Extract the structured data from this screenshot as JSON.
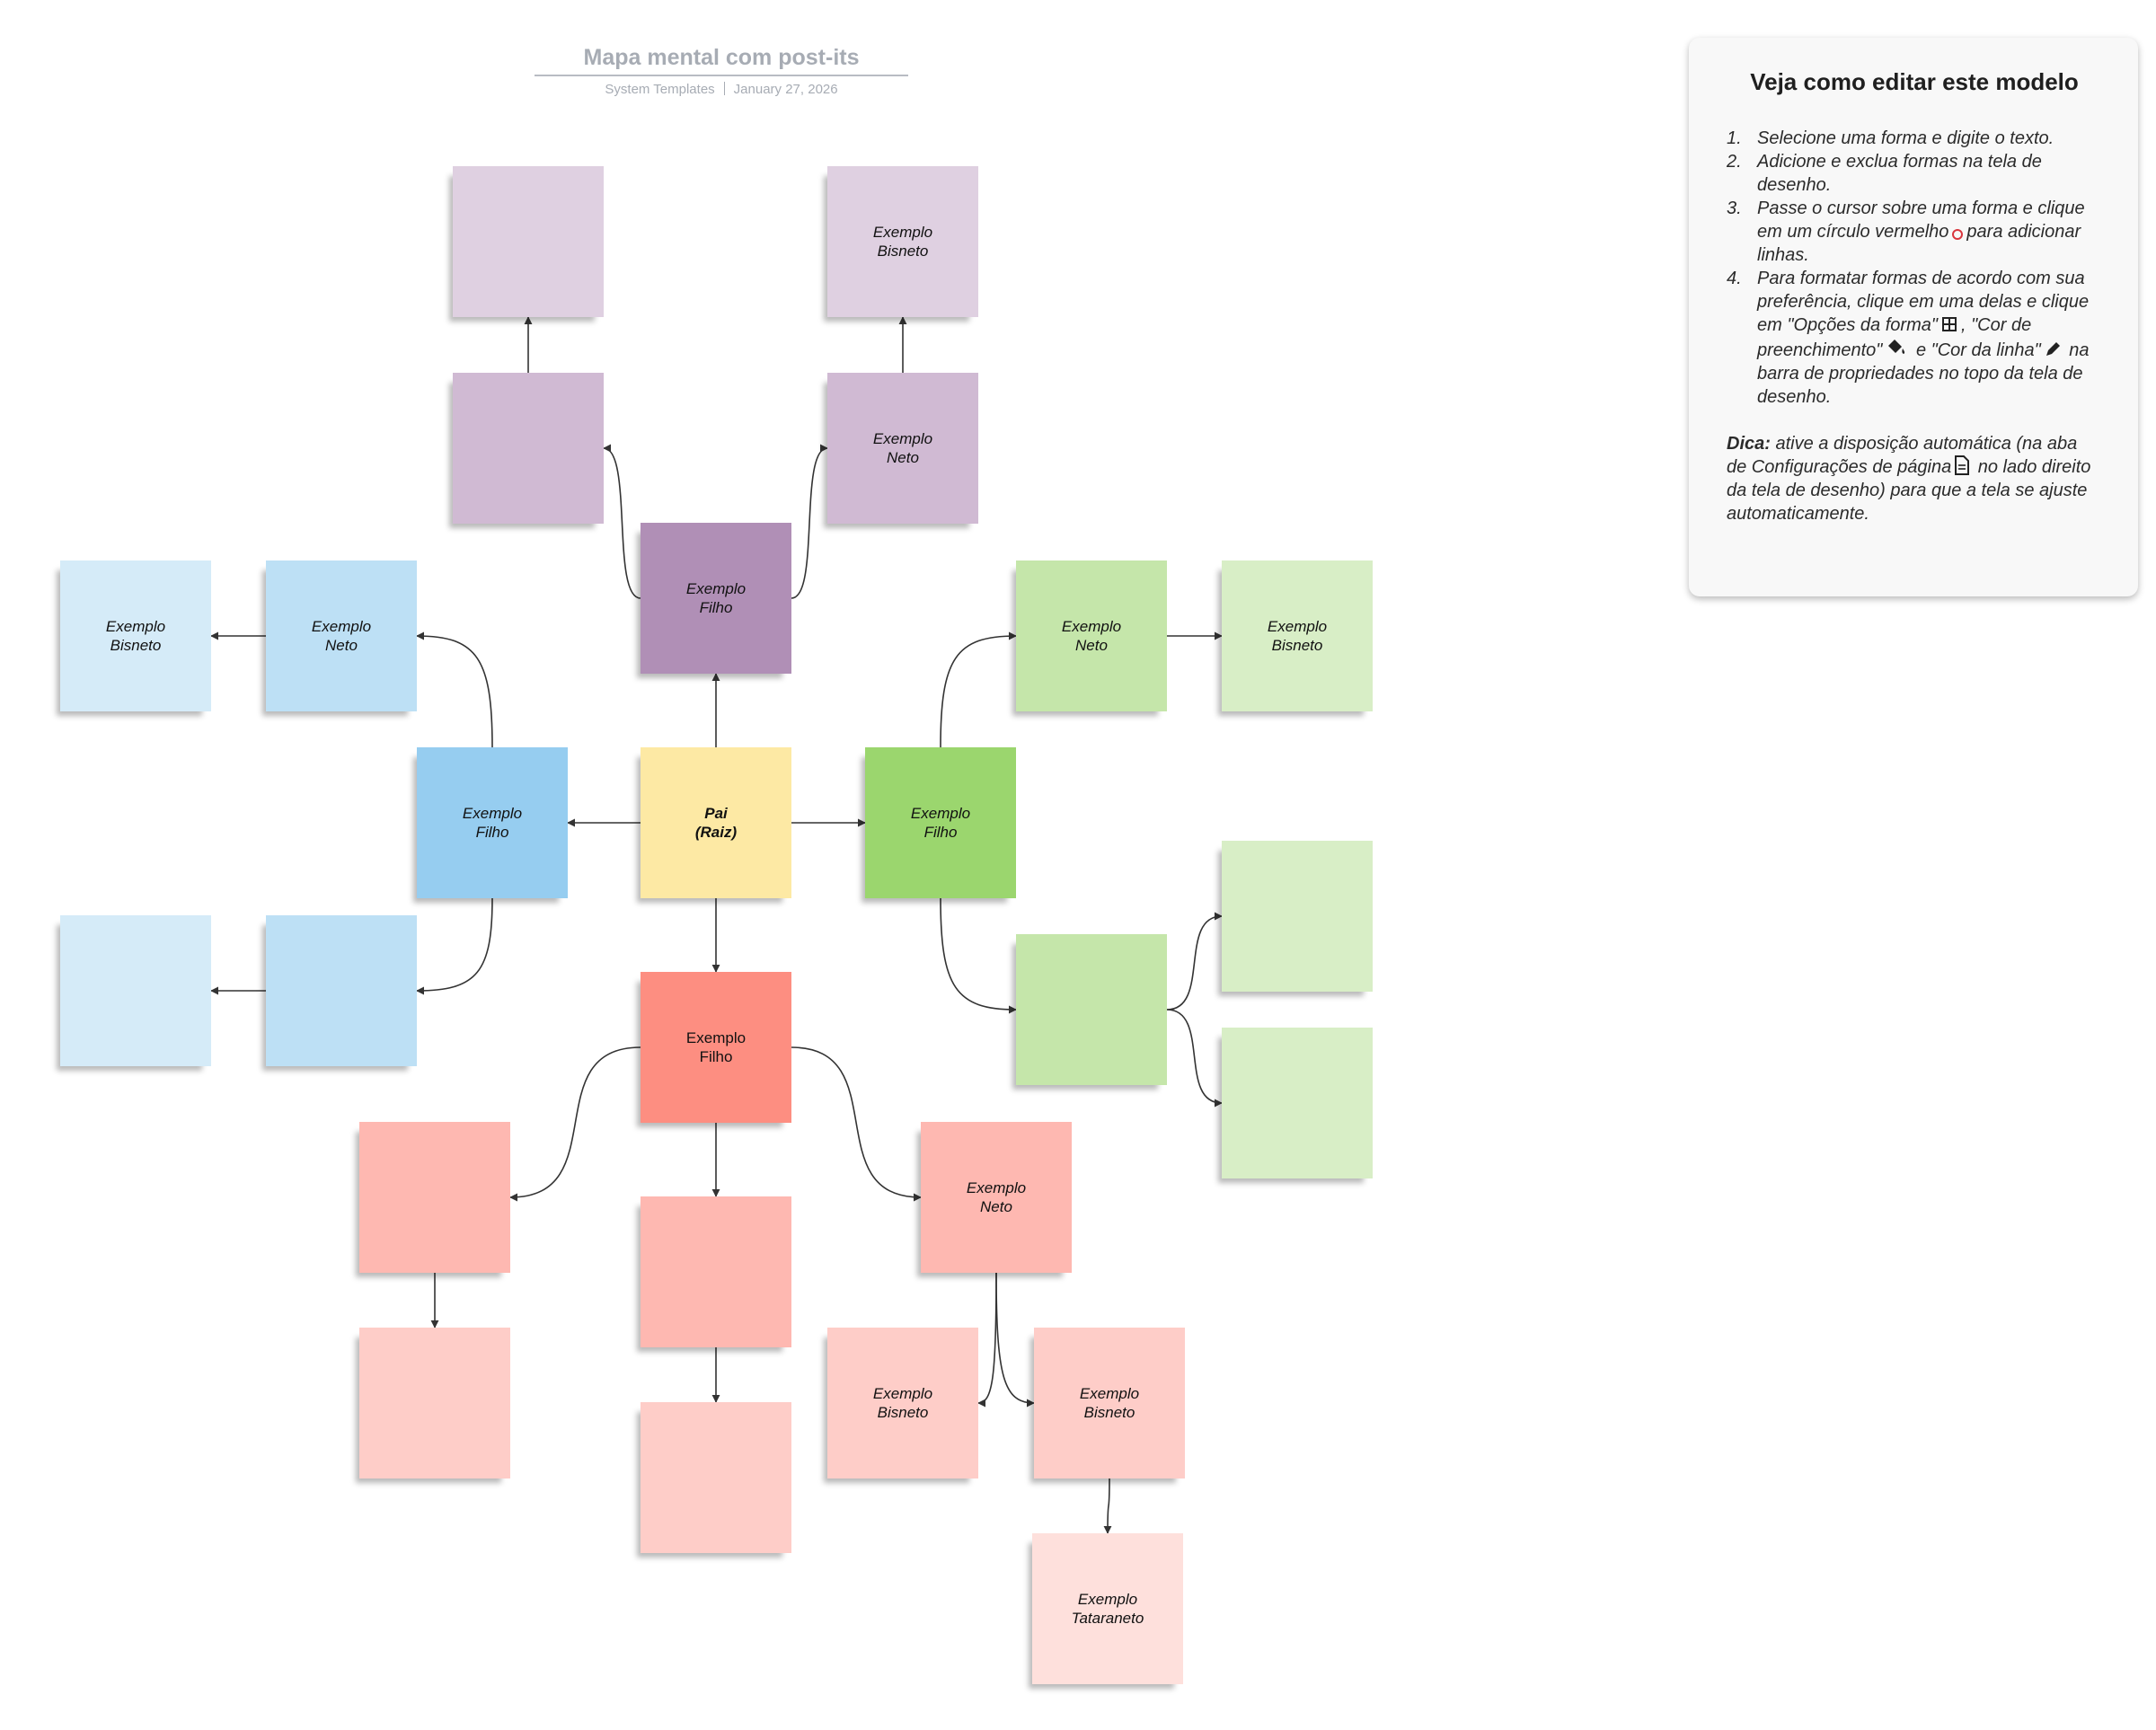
{
  "header": {
    "title": "Mapa mental com post-its",
    "author": "System Templates",
    "date": "January 27, 2026"
  },
  "colors": {
    "purple": [
      "#b08fb6",
      "#d0bad3",
      "#dfd0e1"
    ],
    "blue": [
      "#96cdf0",
      "#bde0f5",
      "#d5ebf8"
    ],
    "green": [
      "#9bd66e",
      "#c5e6aa",
      "#d8eec6"
    ],
    "red": [
      "#fd8e81",
      "#feb8b1",
      "#fecdc8",
      "#fee0dc"
    ],
    "root": "#fde9a4",
    "line": "#333333"
  },
  "notes": [
    {
      "id": "root",
      "text": "Pai\n(Raiz)",
      "color": "#fde9a4",
      "style": "root"
    },
    {
      "id": "p_filho",
      "text": "Exemplo\nFilho",
      "color": "#b08fb6"
    },
    {
      "id": "p_neto_l",
      "text": "",
      "color": "#d0bad3"
    },
    {
      "id": "p_bis_l",
      "text": "",
      "color": "#dfd0e1"
    },
    {
      "id": "p_neto_r",
      "text": "Exemplo\nNeto",
      "color": "#d0bad3"
    },
    {
      "id": "p_bis_r",
      "text": "Exemplo\nBisneto",
      "color": "#dfd0e1"
    },
    {
      "id": "b_filho",
      "text": "Exemplo\nFilho",
      "color": "#96cdf0"
    },
    {
      "id": "b_neto_t",
      "text": "Exemplo\nNeto",
      "color": "#bde0f5"
    },
    {
      "id": "b_bis_t",
      "text": "Exemplo\nBisneto",
      "color": "#d5ebf8"
    },
    {
      "id": "b_neto_b",
      "text": "",
      "color": "#bde0f5"
    },
    {
      "id": "b_bis_b",
      "text": "",
      "color": "#d5ebf8"
    },
    {
      "id": "g_filho",
      "text": "Exemplo\nFilho",
      "color": "#9bd66e"
    },
    {
      "id": "g_neto_t",
      "text": "Exemplo\nNeto",
      "color": "#c5e6aa"
    },
    {
      "id": "g_bis_t",
      "text": "Exemplo\nBisneto",
      "color": "#d8eec6"
    },
    {
      "id": "g_neto_b",
      "text": "",
      "color": "#c5e6aa"
    },
    {
      "id": "g_bis_b1",
      "text": "",
      "color": "#d8eec6"
    },
    {
      "id": "g_bis_b2",
      "text": "",
      "color": "#d8eec6"
    },
    {
      "id": "r_filho",
      "text": "Exemplo\nFilho",
      "color": "#fd8e81",
      "style": "upright"
    },
    {
      "id": "r_neto_l",
      "text": "",
      "color": "#feb8b1"
    },
    {
      "id": "r_bis_l",
      "text": "",
      "color": "#fecdc8"
    },
    {
      "id": "r_neto_c",
      "text": "",
      "color": "#feb8b1"
    },
    {
      "id": "r_bis_c",
      "text": "",
      "color": "#fecdc8"
    },
    {
      "id": "r_neto_r",
      "text": "Exemplo\nNeto",
      "color": "#feb8b1"
    },
    {
      "id": "r_bis_r1",
      "text": "Exemplo\nBisneto",
      "color": "#fecdc8"
    },
    {
      "id": "r_bis_r2",
      "text": "Exemplo\nBisneto",
      "color": "#fecdc8"
    },
    {
      "id": "r_tata",
      "text": "Exemplo\nTataraneto",
      "color": "#fee0dc"
    }
  ],
  "connectors": [
    {
      "from": "root",
      "to": "p_filho"
    },
    {
      "from": "root",
      "to": "b_filho"
    },
    {
      "from": "root",
      "to": "g_filho"
    },
    {
      "from": "root",
      "to": "r_filho"
    },
    {
      "from": "p_filho",
      "to": "p_neto_l"
    },
    {
      "from": "p_filho",
      "to": "p_neto_r"
    },
    {
      "from": "p_neto_l",
      "to": "p_bis_l"
    },
    {
      "from": "p_neto_r",
      "to": "p_bis_r"
    },
    {
      "from": "b_filho",
      "to": "b_neto_t"
    },
    {
      "from": "b_filho",
      "to": "b_neto_b"
    },
    {
      "from": "b_neto_t",
      "to": "b_bis_t"
    },
    {
      "from": "b_neto_b",
      "to": "b_bis_b"
    },
    {
      "from": "g_filho",
      "to": "g_neto_t"
    },
    {
      "from": "g_filho",
      "to": "g_neto_b"
    },
    {
      "from": "g_neto_t",
      "to": "g_bis_t"
    },
    {
      "from": "g_neto_b",
      "to": "g_bis_b1"
    },
    {
      "from": "g_neto_b",
      "to": "g_bis_b2"
    },
    {
      "from": "r_filho",
      "to": "r_neto_l"
    },
    {
      "from": "r_filho",
      "to": "r_neto_c"
    },
    {
      "from": "r_filho",
      "to": "r_neto_r"
    },
    {
      "from": "r_neto_l",
      "to": "r_bis_l"
    },
    {
      "from": "r_neto_c",
      "to": "r_bis_c"
    },
    {
      "from": "r_neto_r",
      "to": "r_bis_r1"
    },
    {
      "from": "r_neto_r",
      "to": "r_bis_r2"
    },
    {
      "from": "r_bis_r2",
      "to": "r_tata"
    }
  ],
  "help": {
    "title": "Veja como editar este modelo",
    "steps": [
      {
        "num": "1.",
        "text": "Selecione uma forma e digite o texto."
      },
      {
        "num": "2.",
        "text": "Adicione e exclua formas na tela de desenho."
      },
      {
        "num": "3.",
        "text_a": "Passe o cursor sobre uma forma e clique em um círculo vermelho",
        "text_b": "para adicionar linhas."
      },
      {
        "num": "4.",
        "text_a": "Para formatar formas de acordo com sua preferência, clique em uma delas e clique em \"Opções da forma\"",
        "text_b": ", \"Cor de preenchimento\"",
        "text_c": " e \"Cor da linha\"",
        "text_d": " na barra de propriedades no topo da tela de desenho."
      }
    ],
    "tip_label": "Dica:",
    "tip_a": " ative a disposição automática (na aba de Configurações de página",
    "tip_b": " no lado direito da tela de desenho) para que a tela se ajuste automaticamente."
  },
  "icons": {
    "red_circle": "red-circle-icon",
    "shape_options": "shape-options-icon",
    "fill_color": "paint-bucket-icon",
    "line_color": "pencil-icon",
    "page_settings": "page-icon"
  }
}
